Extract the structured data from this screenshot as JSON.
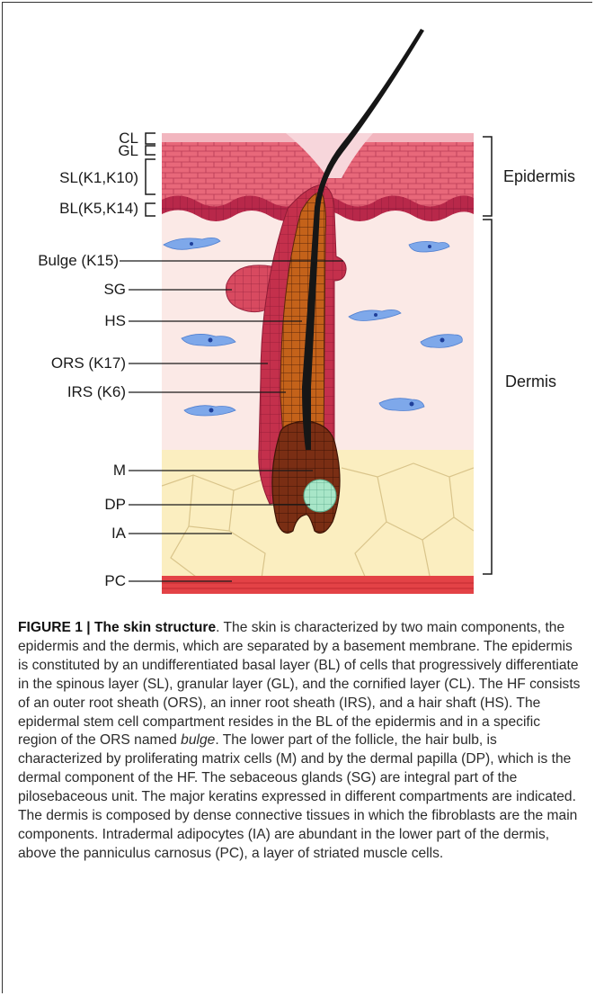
{
  "labels": {
    "cl": "CL",
    "gl": "GL",
    "sl": "SL(K1,K10)",
    "bl": "BL(K5,K14)",
    "bulge": "Bulge (K15)",
    "sg": "SG",
    "hs": "HS",
    "ors": "ORS (K17)",
    "irs": "IRS (K6)",
    "m": "M",
    "dp": "DP",
    "ia": "IA",
    "pc": "PC"
  },
  "regions": {
    "epidermis": "Epidermis",
    "dermis": "Dermis"
  },
  "caption": {
    "figure_label": "FIGURE 1 | The skin structure",
    "text_1": ". The skin is characterized by two main components, the epidermis and the dermis, which are separated by a basement membrane. The epidermis is constituted by an undifferentiated basal layer (BL) of cells that progressively differentiate in the spinous layer (SL), granular layer (GL), and the cornified layer (CL). The HF consists of an outer root sheath (ORS), an inner root sheath (IRS), and a hair shaft (HS). The epidermal stem cell compartment resides in the BL of the epidermis and in a specific region of the ORS named ",
    "bulge_word": "bulge",
    "text_2": ". The lower part of the follicle, the hair bulb, is characterized by proliferating matrix cells (M) and by the dermal papilla (DP), which is the dermal component of the HF. The sebaceous glands (SG) are integral part of the pilosebaceous unit. The major keratins expressed in different compartments are indicated. The dermis is composed by dense connective tissues in which the fibroblasts are the main components. Intradermal adipocytes (IA) are abundant in the lower part of the dermis, above the panniculus carnosus (PC), a layer of striated muscle cells."
  },
  "colors": {
    "epidermis": "#e8687a",
    "cornified": "#f2b6bf",
    "basal": "#b8284a",
    "dermis": "#fbe9e6",
    "adipose": "#fbeec0",
    "muscle": "#e34246",
    "ors": "#c4304c",
    "irs": "#c4621a",
    "matrix": "#7a2e14",
    "papilla": "#a8e6c8",
    "fibroblast": "#7ea8ea"
  }
}
